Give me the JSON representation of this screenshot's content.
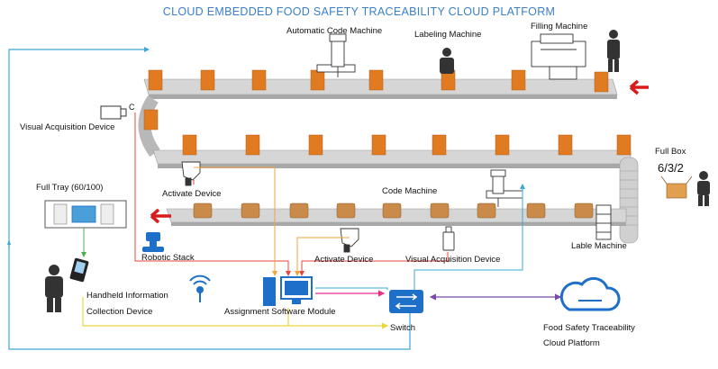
{
  "title": "CLOUD EMBEDDED FOOD SAFETY TRACEABILITY CLOUD PLATFORM",
  "labels": {
    "automatic_code_machine": "Automatic Code Machine",
    "labeling_machine": "Labeling Machine",
    "filling_machine": "Filling Machine",
    "visual_acquisition_device_top": "Visual Acquisition Device",
    "full_box": "Full Box",
    "full_box_counts": "6/3/2",
    "full_tray": "Full Tray (60/100)",
    "activate_device_top": "Activate Device",
    "code_machine": "Code Machine",
    "robotic_stack": "Robotic Stack",
    "activate_device_bottom": "Activate Device",
    "visual_acquisition_device_bottom": "Visual Acquisition Device",
    "lable_machine": "Lable Machine",
    "handheld_line1": "Handheld Information",
    "handheld_line2": "Collection Device",
    "assignment_software_module": "Assignment Software Module",
    "switch": "Switch",
    "cloud_line1": "Food Safety Traceability",
    "cloud_line2": "Cloud Platform"
  },
  "colors": {
    "title": "#3a7fc8",
    "red_line": "#e8463c",
    "orange_line": "#f2a33c",
    "blue_line": "#3aa8d8",
    "green_line": "#4ab04a",
    "yellow_line": "#e8d83c",
    "magenta_line": "#e8308a",
    "purple_line": "#7a4aa8",
    "conveyor": "#c9c9c9",
    "box_orange": "#e07b22",
    "carton": "#c98a4a",
    "icon_blue": "#1e6fc8"
  },
  "icons": [
    "camera-icon",
    "robot-arm-icon",
    "person-icon",
    "filling-machine-icon",
    "robotic-stack-icon",
    "phone-icon",
    "wireless-icon",
    "computer-icon",
    "switch-icon",
    "cloud-icon",
    "carton-icon",
    "arrow-left-icon"
  ]
}
